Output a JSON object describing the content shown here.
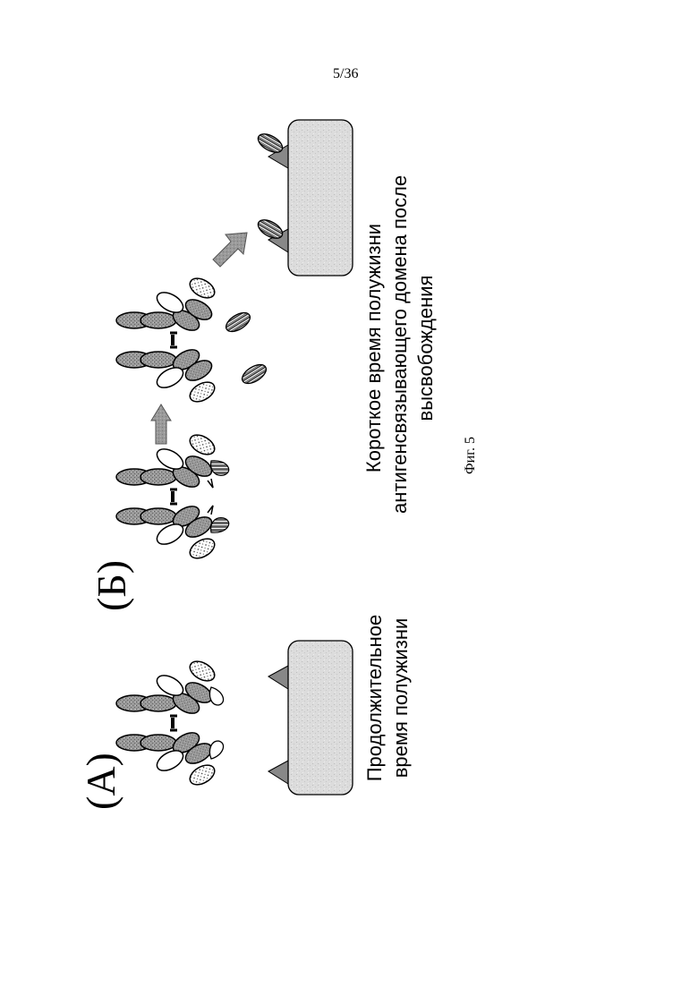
{
  "page_number": "5/36",
  "panels": {
    "a": {
      "label": "(A)",
      "caption_line1": "Продолжительное",
      "caption_line2": "время полужизни"
    },
    "b": {
      "label": "(Б)",
      "caption_line1": "Короткое время полужизни",
      "caption_line2": "антигенсвязывающего домена после",
      "caption_line3": "высвобождения"
    }
  },
  "figure_label": "Фиг. 5"
}
